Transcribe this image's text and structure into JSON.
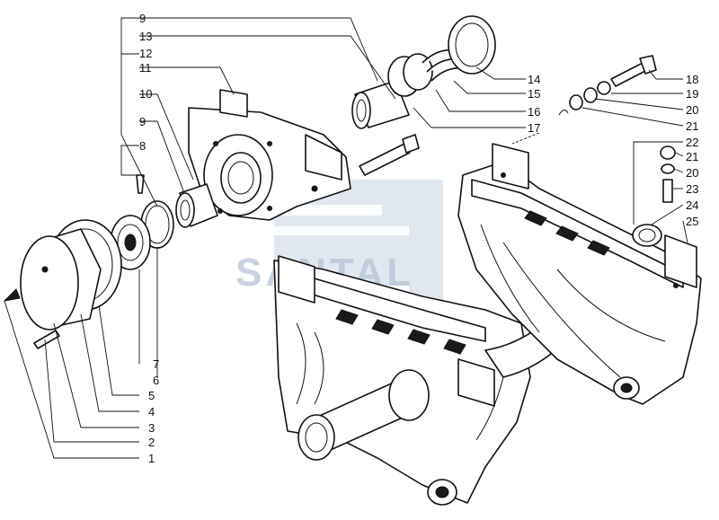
{
  "watermark": {
    "text": "SANTAL",
    "color": "#b6c3d6"
  },
  "labels": {
    "l1": "1",
    "l2": "2",
    "l3": "3",
    "l4": "4",
    "l5": "5",
    "l6": "6",
    "l7": "7",
    "l8": "8",
    "l9a": "9",
    "l9b": "9",
    "l10": "10",
    "l11": "11",
    "l12": "12",
    "l13": "13",
    "l14": "14",
    "l15": "15",
    "l16": "16",
    "l17": "17",
    "l18": "18",
    "l19": "19",
    "l20a": "20",
    "l20b": "20",
    "l21a": "21",
    "l21b": "21",
    "l22": "22",
    "l23": "23",
    "l24": "24",
    "l25": "25"
  }
}
